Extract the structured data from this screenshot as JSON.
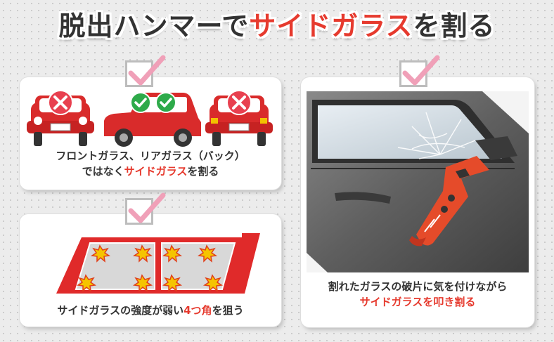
{
  "title": {
    "part1": "脱出ハンマーで",
    "part2": "サイドガラス",
    "part3": "を割る"
  },
  "panel_top_left": {
    "caption_line1": "フロントガラス、リアガラス（バック）",
    "caption_line2_pre": "ではなく",
    "caption_line2_red": "サイドガラス",
    "caption_line2_post": "を割る"
  },
  "panel_bottom_left": {
    "caption_pre": "サイドガラスの強度が弱い",
    "caption_red": "4つ角",
    "caption_post": "を狙う"
  },
  "panel_right": {
    "caption_line1": "割れたガラスの破片に気を付けながら",
    "caption_line2": "サイドガラスを叩き割る"
  },
  "colors": {
    "accent_red": "#e63a2e",
    "text_dark": "#333333",
    "check_pink": "#f0a0b8",
    "check_green": "#2eaa4a"
  },
  "icons": [
    "check-mark-icon",
    "x-mark-icon",
    "green-check-icon",
    "burst-icon"
  ]
}
